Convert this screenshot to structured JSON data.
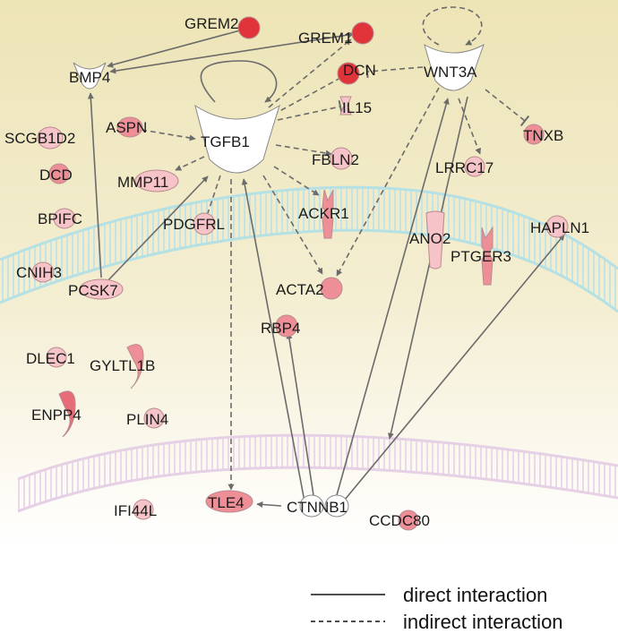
{
  "colors": {
    "background_top": "#ede4b6",
    "background_bottom": "#ffffff",
    "plasma_membrane": "#a9dde0",
    "nuclear_membrane": "#e3c9e4",
    "node_strong": "#e0343a",
    "node_medium": "#ee8f97",
    "node_light": "#f6c4c8",
    "node_white": "#ffffff",
    "edge": "#6b6b6b"
  },
  "nodes": {
    "grem2": "GREM2",
    "grem1": "GREM1",
    "bmp4": "BMP4",
    "dcn": "DCN",
    "wnt3a": "WNT3A",
    "il15": "IL15",
    "tgfb1": "TGFB1",
    "aspn": "ASPN",
    "scgb1d2": "SCGB1D2",
    "tnxb": "TNXB",
    "dcd": "DCD",
    "mmp11": "MMP11",
    "fbln2": "FBLN2",
    "lrrc17": "LRRC17",
    "bpifc": "BPIFC",
    "ackr1": "ACKR1",
    "pdgfrl": "PDGFRL",
    "ano2": "ANO2",
    "hapln1": "HAPLN1",
    "ptger3": "PTGER3",
    "cnih3": "CNIH3",
    "pcsk7": "PCSK7",
    "acta2": "ACTA2",
    "rbp4": "RBP4",
    "dlec1": "DLEC1",
    "gyltl1b": "GYLTL1B",
    "enpp4": "ENPP4",
    "plin4": "PLIN4",
    "ifi44l": "IFI44L",
    "tle4": "TLE4",
    "ctnnb1": "CTNNB1",
    "ccdc80": "CCDC80"
  },
  "legend": {
    "direct": "direct interaction",
    "indirect": "indirect interaction"
  }
}
